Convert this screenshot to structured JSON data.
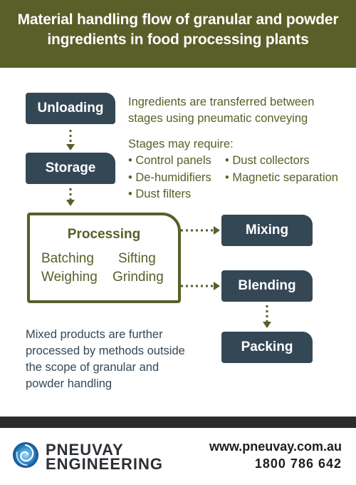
{
  "header": {
    "title_line1": "Material handling flow of granular and powder",
    "title_line2": "ingredients in food processing plants"
  },
  "steps": {
    "unloading": "Unloading",
    "storage": "Storage",
    "mixing": "Mixing",
    "blending": "Blending",
    "packing": "Packing"
  },
  "notes": {
    "conveying_line1": "Ingredients are transferred between",
    "conveying_line2": "stages using pneumatic conveying",
    "stages_title": "Stages may require:",
    "stages_left": [
      "Control panels",
      "De-humidifiers",
      "Dust filters"
    ],
    "stages_right": [
      "Dust collectors",
      "Magnetic separation"
    ],
    "mixed_lines": [
      "Mixed products are further",
      "processed by methods outside",
      "the scope of granular and",
      "powder handling"
    ]
  },
  "processing": {
    "title": "Processing",
    "batching": "Batching",
    "weighing": "Weighing",
    "sifting": "Sifting",
    "grinding": "Grinding"
  },
  "footer": {
    "logo_line1": "PNEUVAY",
    "logo_line2": "ENGINEERING",
    "website": "www.pneuvay.com.au",
    "phone": "1800 786 642"
  },
  "colors": {
    "olive": "#5a5e28",
    "box": "#344755",
    "footer_bar": "#2b2b2b"
  }
}
